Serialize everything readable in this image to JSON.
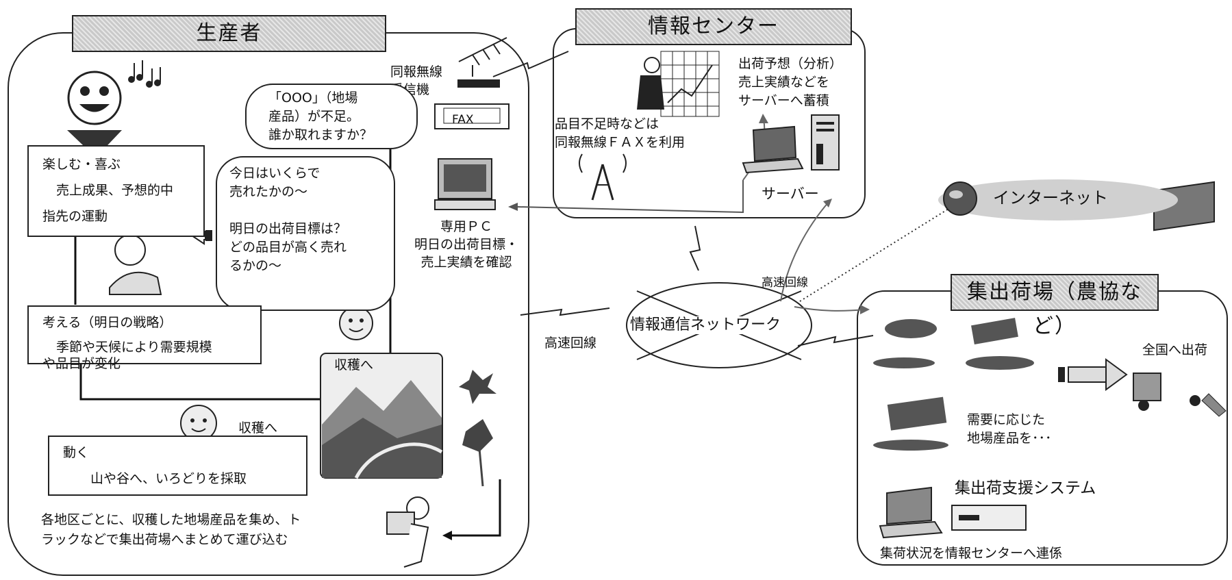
{
  "producer": {
    "title": "生産者",
    "speech1": [
      "「OOO」（地場",
      "産品）が不足。",
      "誰か取れますか？"
    ],
    "speech2": [
      "今日はいくらで",
      "売れたかの～",
      "",
      "明日の出荷目標は？",
      "どの品目が高く売れ",
      "るかの～"
    ],
    "enjoy": {
      "line1": "楽しむ・喜ぶ",
      "line2": "売上成果、予想的中",
      "line3": "指先の運動"
    },
    "think": {
      "line1": "考える（明日の戦略）",
      "line2": "季節や天候により需要規模",
      "line3": "や品目が変化"
    },
    "move": {
      "line1": "動く",
      "line2": "山や谷へ、いろどりを採取"
    },
    "harvest_label_1": "収穫へ",
    "harvest_label_2": "収穫へ",
    "bottom_note": [
      "各地区ごとに、収穫した地場産品を集め、ト",
      "ラックなどで集出荷場へまとめて運び込む"
    ],
    "radio_label": [
      "同報無線",
      "受信機"
    ],
    "fax_label": "FAX",
    "pc_label": [
      "専用ＰＣ",
      "明日の出荷目標・",
      "売上実績を確認"
    ]
  },
  "info_center": {
    "title": "情報センター",
    "forecast": [
      "出荷予想（分析）",
      "売上実績などを",
      "サーバーへ蓄積"
    ],
    "fax_note": [
      "品目不足時などは",
      "同報無線ＦＡＸを利用"
    ],
    "server_label": "サーバー"
  },
  "internet": {
    "label": "インターネット"
  },
  "network": {
    "label": "情報通信ネットワーク",
    "high_speed_1": "高速回線",
    "high_speed_2": "高速回線"
  },
  "shipping": {
    "title": "集出荷場（農協など）",
    "demand": [
      "需要に応じた",
      "地場産品を･･･"
    ],
    "nationwide": "全国へ出荷",
    "system_label": "集出荷支援システム",
    "note": "集荷状況を情報センターへ連係"
  }
}
